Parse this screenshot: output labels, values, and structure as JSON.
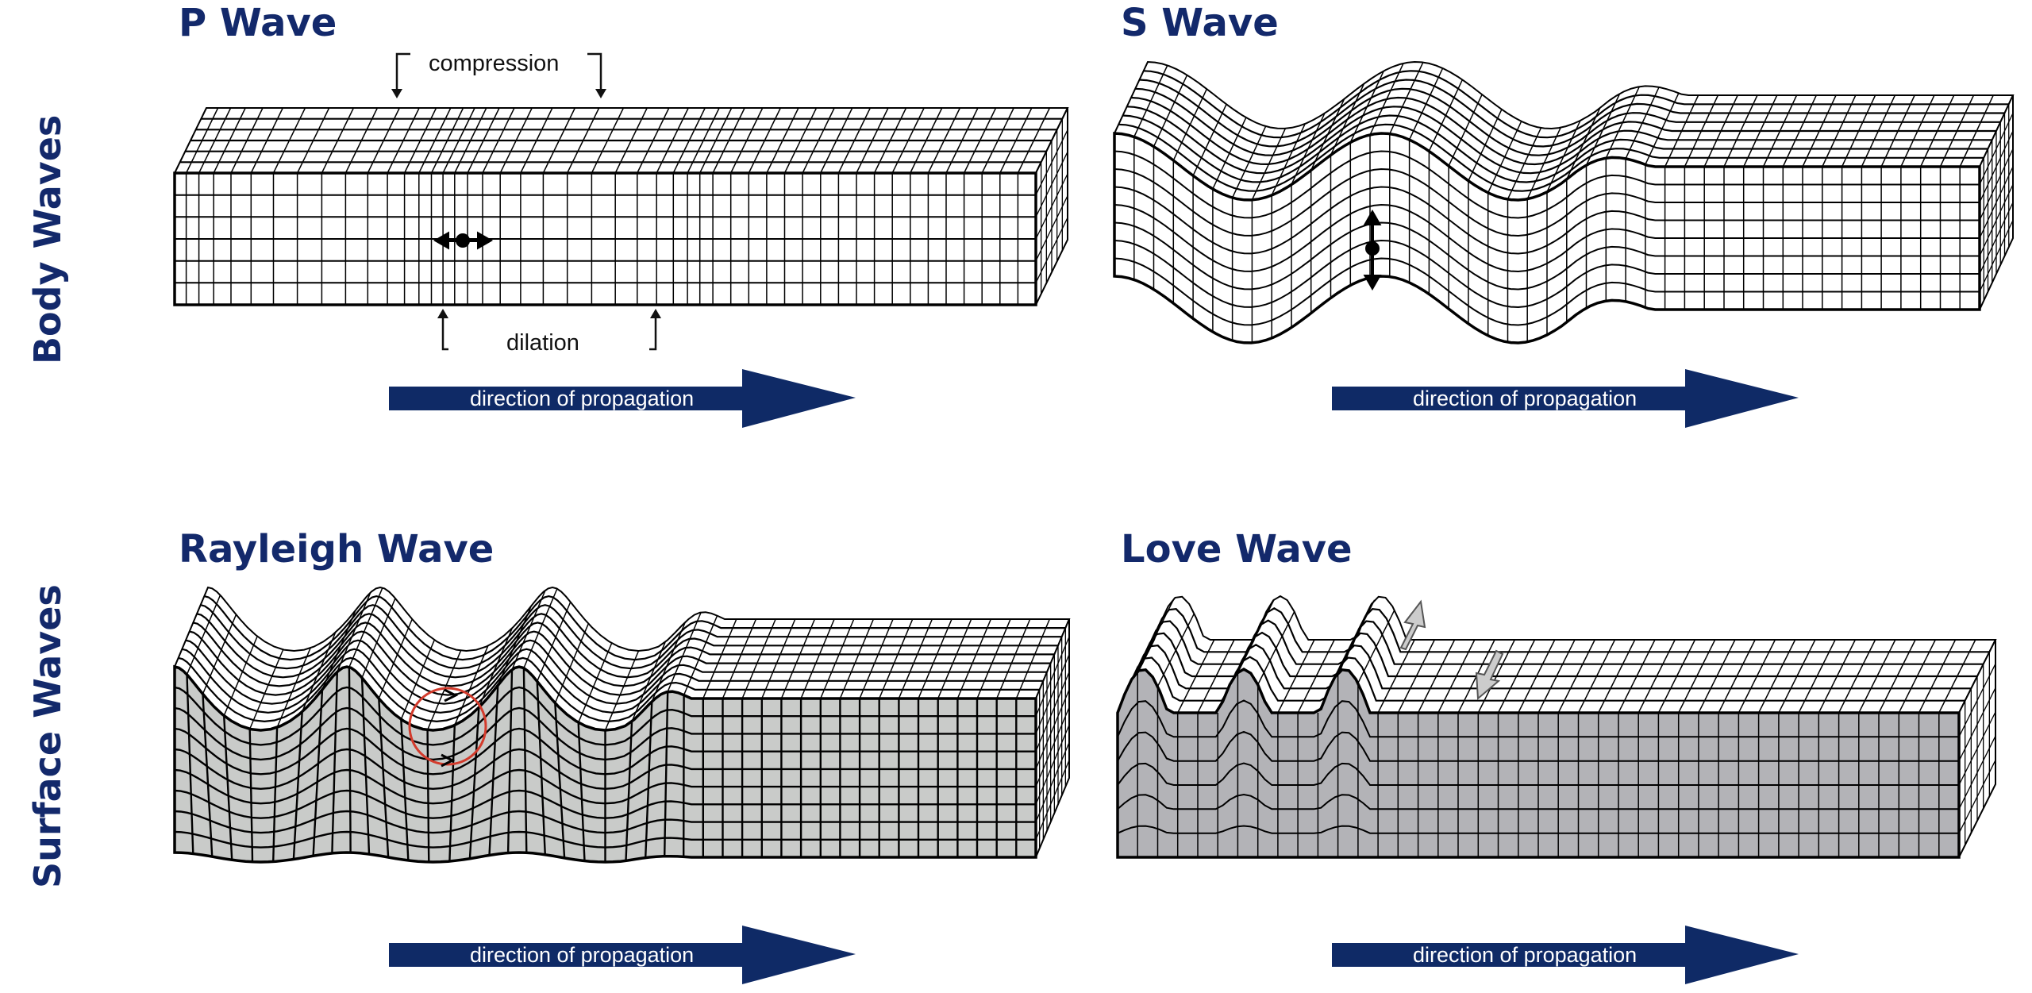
{
  "row_labels": {
    "body": "Body Waves",
    "surface": "Surface Waves"
  },
  "panels": {
    "p_wave": {
      "title": "P Wave",
      "annotations": {
        "compression": "compression",
        "dilation": "dilation"
      },
      "arrow_label": "direction of propagation"
    },
    "s_wave": {
      "title": "S Wave",
      "arrow_label": "direction of propagation"
    },
    "rayleigh_wave": {
      "title": "Rayleigh Wave",
      "arrow_label": "direction of propagation"
    },
    "love_wave": {
      "title": "Love Wave",
      "arrow_label": "direction of propagation"
    }
  },
  "colors": {
    "title": "#13296b",
    "arrow": "#0f2a66",
    "fill_grey": "#c9cbc9",
    "cube_grey": "#b3b3b7",
    "particle_circle": "#d33b2c"
  }
}
